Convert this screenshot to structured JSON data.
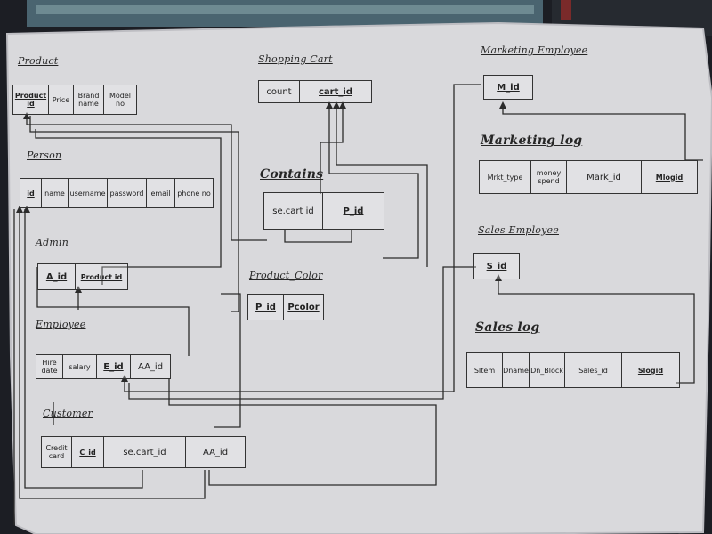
{
  "entities": {
    "product": {
      "title": "Product",
      "cells": [
        "Product id",
        "Price",
        "Brand name",
        "Model no"
      ]
    },
    "shopping_cart": {
      "title": "Shopping Cart",
      "cells": [
        "count",
        "cart_id"
      ]
    },
    "person": {
      "title": "Person",
      "cells": [
        "id",
        "name",
        "username",
        "password",
        "email",
        "phone no"
      ]
    },
    "contains": {
      "title": "Contains",
      "cells": [
        "se.cart id",
        "P_id"
      ]
    },
    "admin": {
      "title": "Admin",
      "cells": [
        "A_id",
        "Product id"
      ]
    },
    "product_color": {
      "title": "Product_Color",
      "cells": [
        "P_id",
        "Pcolor"
      ]
    },
    "employee": {
      "title": "Employee",
      "cells": [
        "Hire date",
        "salary",
        "E_id",
        "AA_id"
      ]
    },
    "customer": {
      "title": "Customer",
      "cells": [
        "Credit card",
        "C_id",
        "se.cart_id",
        "AA_id"
      ]
    },
    "marketing_employee": {
      "title": "Marketing Employee",
      "cells": [
        "M_id"
      ]
    },
    "marketing_log": {
      "title": "Marketing log",
      "cells": [
        "Mrkt_type",
        "money spend",
        "Mark_id",
        "Mlogid"
      ]
    },
    "sales_employee": {
      "title": "Sales Employee",
      "cells": [
        "S_id"
      ]
    },
    "sales_log": {
      "title": "Sales log",
      "cells": [
        "SItem",
        "Dname",
        "Dn_Block",
        "Sales_id",
        "Slogid"
      ]
    }
  }
}
